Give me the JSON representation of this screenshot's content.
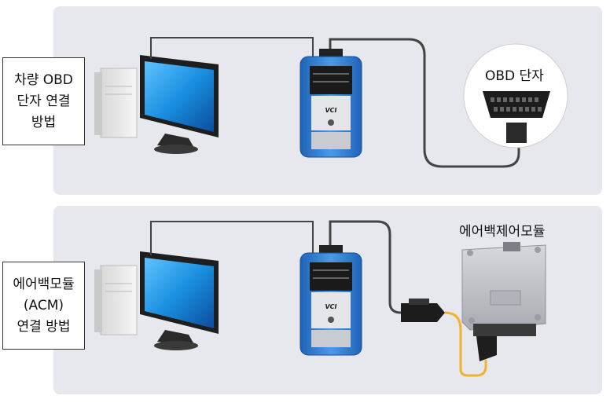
{
  "panels": [
    {
      "label_lines": [
        "차량 OBD",
        "단자 연결",
        "방법"
      ],
      "target_caption": "OBD 단자"
    },
    {
      "label_lines": [
        "에어백모듈",
        "(ACM)",
        "연결 방법"
      ],
      "target_caption": "에어백제어모듈"
    }
  ],
  "device": {
    "brand": "VCI"
  },
  "colors": {
    "panel_bg": "#e6e8ee",
    "vci_blue": "#2f7fd0",
    "cable": "#444444",
    "acm_cable": "#f2b32a",
    "monitor_screen": "#1a8fe0"
  }
}
